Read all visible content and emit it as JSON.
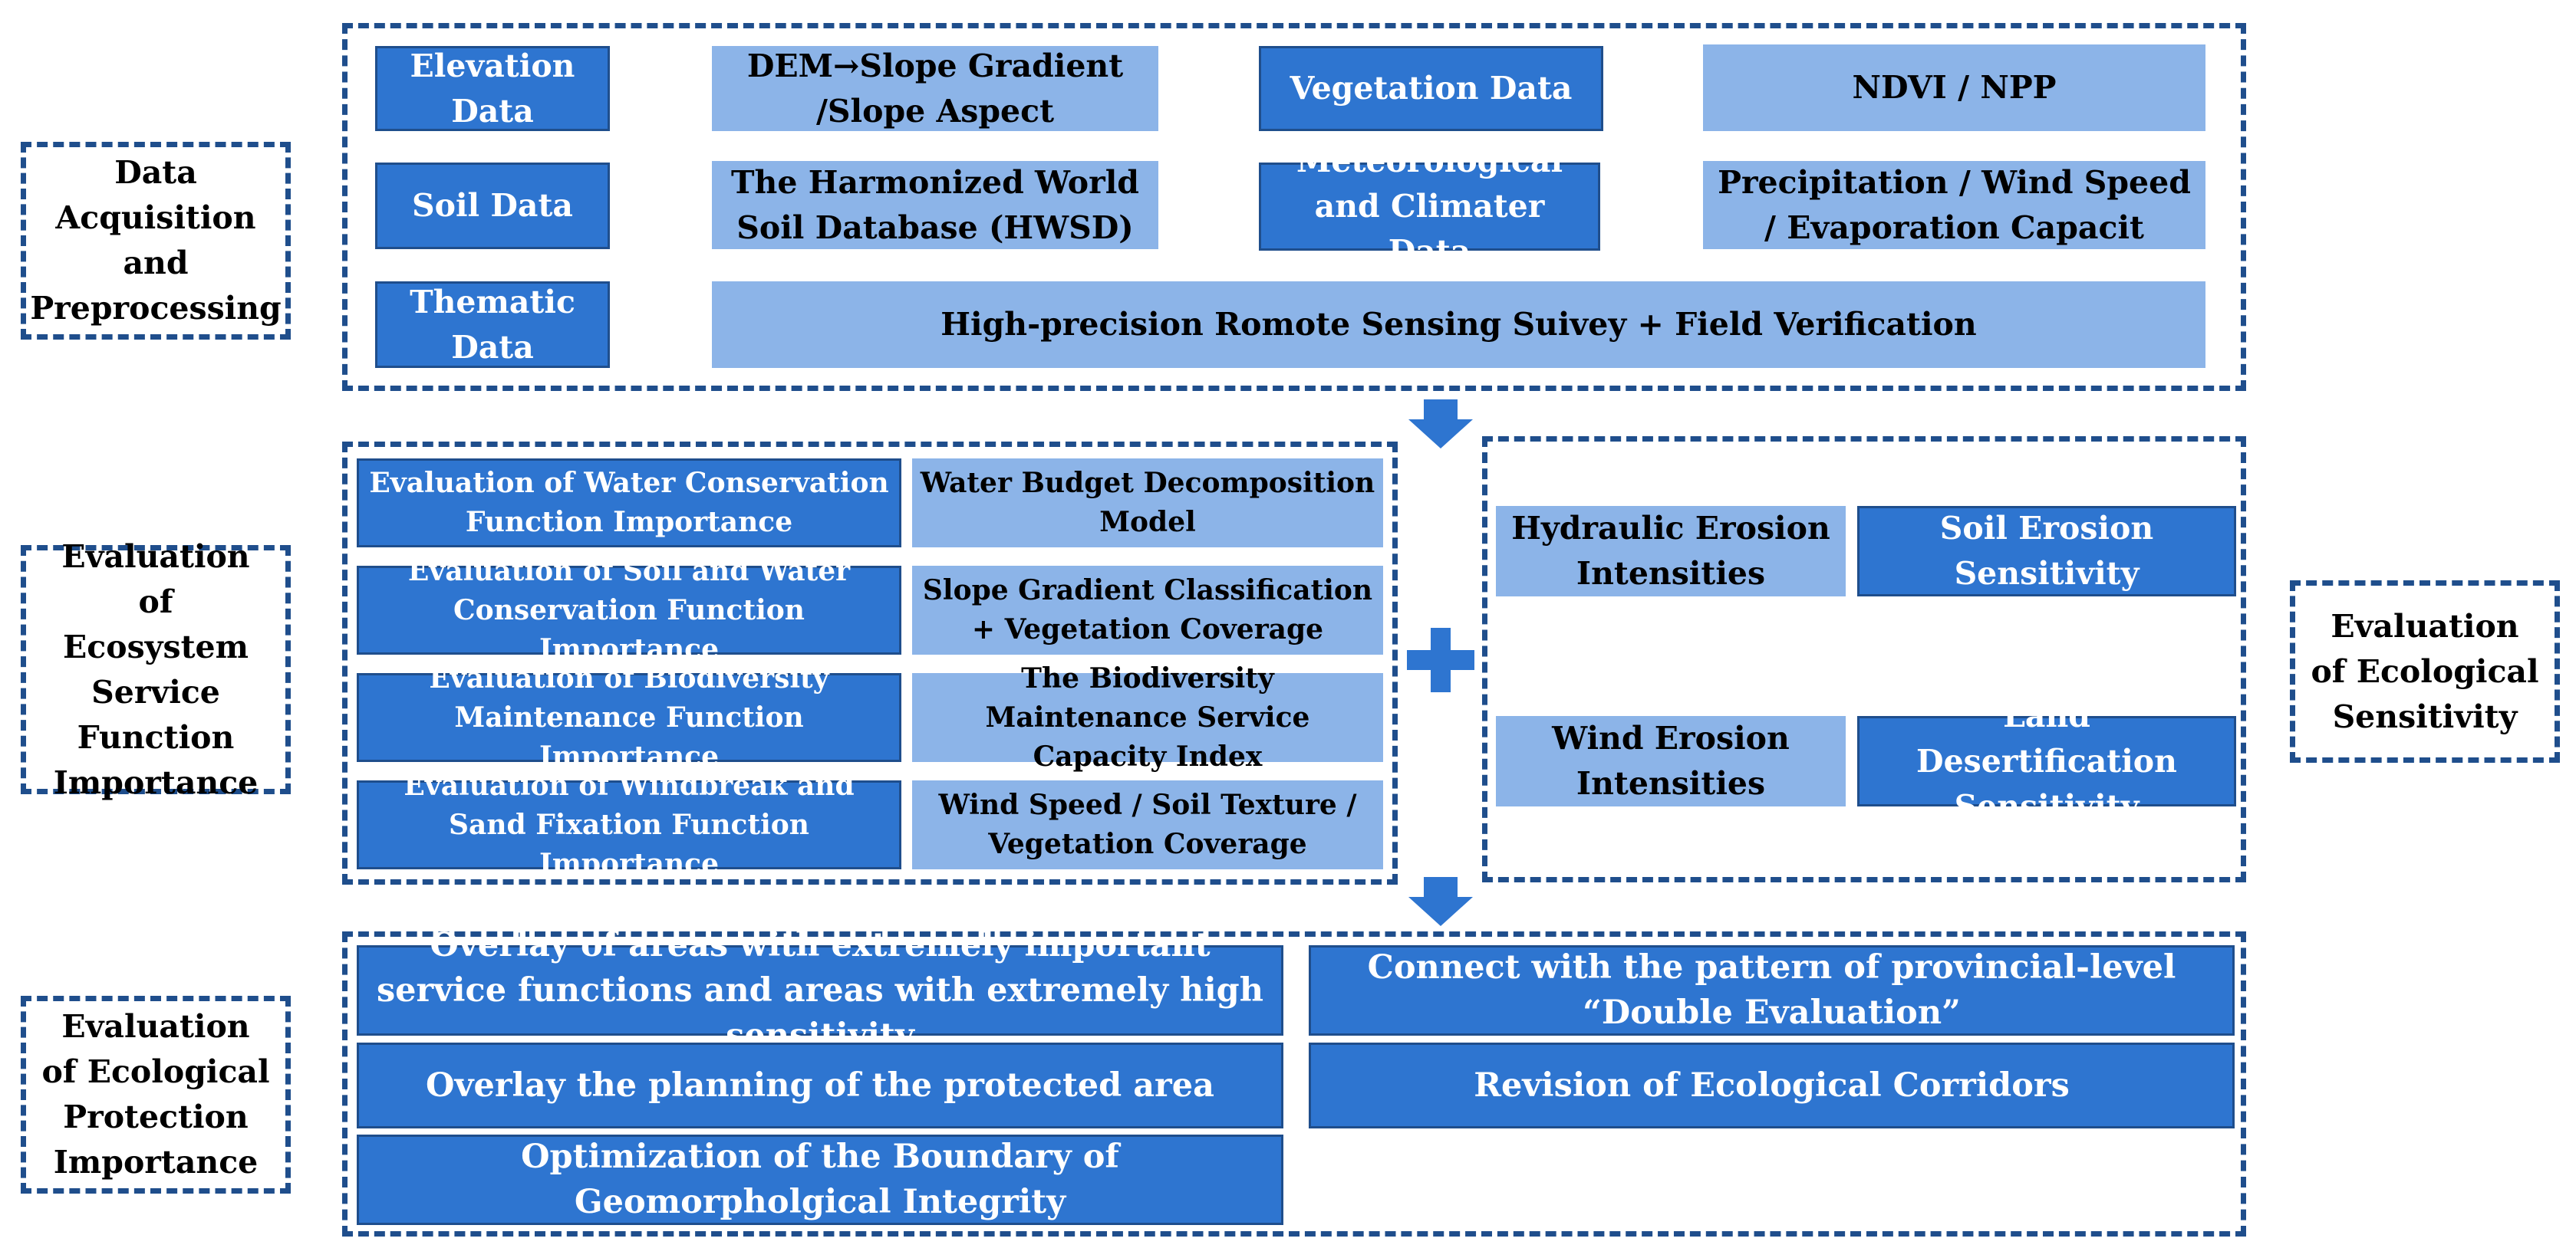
{
  "side_labels": {
    "data_acquisition": "Data Acquisition and Preprocessing",
    "ecosystem_service": "Evaluation of Ecosystem Service Function Importance",
    "ecological_sensitivity": "Evaluation of Ecological Sensitivity",
    "ecological_protection": "Evaluation of Ecological Protection Importance"
  },
  "data_section": {
    "elevation": "Elevation Data",
    "dem": "DEM→Slope Gradient /Slope Aspect",
    "vegetation": "Vegetation Data",
    "ndvi": "NDVI / NPP",
    "soil": "Soil Data",
    "hwsd": "The Harmonized World Soil Database (HWSD)",
    "meteorological": "Meteorological and Climater Data",
    "precipitation": "Precipitation / Wind Speed / Evaporation Capacit",
    "thematic": "Thematic Data",
    "remote_sensing": "High-precision Romote Sensing Suivey + Field Verification"
  },
  "service_section": {
    "rows": [
      {
        "evaluation": "Evaluation of Water Conservation Function Importance",
        "method": "Water Budget Decomposition Model"
      },
      {
        "evaluation": "Evaluation of Soil and Water Conservation Function Importance",
        "method": "Slope Gradient Classification + Vegetation Coverage"
      },
      {
        "evaluation": "Evaluation of Biodiversity Maintenance Function Importance",
        "method": "The Biodiversity Maintenance Service Capacity Index"
      },
      {
        "evaluation": "Evaluation of Windbreak and Sand Fixation Function Importance",
        "method": "Wind Speed / Soil Texture / Vegetation Coverage"
      }
    ]
  },
  "sensitivity_section": {
    "hydraulic": "Hydraulic Erosion Intensities",
    "soil_erosion": "Soil Erosion Sensitivity",
    "wind": "Wind Erosion Intensities",
    "desertification": "Land Desertification Sensitivity"
  },
  "protection_section": {
    "overlay_areas": "Overlay of areas with extremely important service functions and areas with extremely high sensitivity",
    "double_evaluation": "Connect with the pattern of provincial-level “Double Evaluation”",
    "overlay_planning": "Overlay the planning of the protected area",
    "corridors": "Revision of Ecological Corridors",
    "boundary": "Optimization of the Boundary of Geomorpholgical Integrity"
  },
  "colors": {
    "dark_box": "#2E75D0",
    "light_box": "#8CB4E8",
    "border": "#1F4E8C",
    "arrow": "#2E75D0"
  },
  "icons": [
    "down-arrow-icon",
    "plus-icon"
  ]
}
